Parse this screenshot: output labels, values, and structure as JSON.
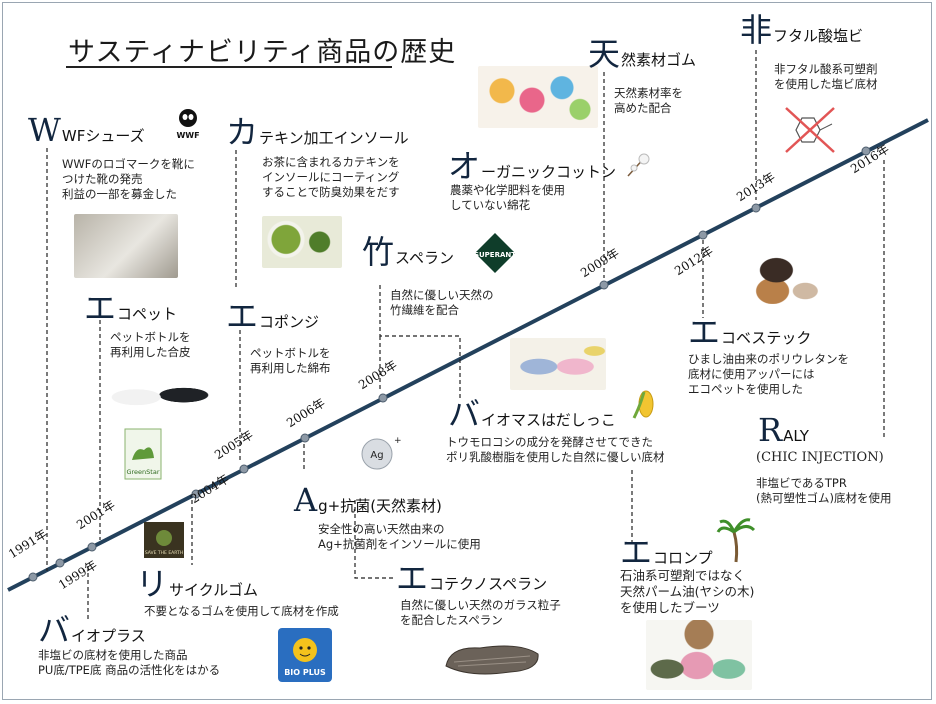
{
  "title": "サスティナビリティ商品の歴史",
  "colors": {
    "timeline": "#23415c",
    "accent": "#12263f"
  },
  "years": [
    {
      "id": "y1991",
      "label": "1991年"
    },
    {
      "id": "y1999",
      "label": "1999年"
    },
    {
      "id": "y2001",
      "label": "2001年"
    },
    {
      "id": "y2004",
      "label": "2004年"
    },
    {
      "id": "y2005",
      "label": "2005年"
    },
    {
      "id": "y2006",
      "label": "2006年"
    },
    {
      "id": "y2008",
      "label": "2008年"
    },
    {
      "id": "y2009",
      "label": "2009年"
    },
    {
      "id": "y2012",
      "label": "2012年"
    },
    {
      "id": "y2013",
      "label": "2013年"
    },
    {
      "id": "y2016",
      "label": "2016年"
    }
  ],
  "items": {
    "wwf": {
      "initial": "W",
      "rest": "WFシューズ",
      "desc": [
        "WWFのロゴマークを靴に",
        "つけた靴の発売",
        "利益の一部を募金した"
      ],
      "logo": "WWF"
    },
    "catechin": {
      "initial": "カ",
      "rest": "テキン加工インソール",
      "desc": [
        "お茶に含まれるカテキンを",
        "インソールにコーティング",
        "することで防臭効果をだす"
      ]
    },
    "bamboo": {
      "initial": "竹",
      "rest": "スペラン",
      "desc": [
        "自然に優しい天然の",
        "竹繊維を配合"
      ],
      "badge": "SUPERANT"
    },
    "organic": {
      "initial": "オ",
      "rest": "ーガニックコットン",
      "desc": [
        "農薬や化学肥料を使用",
        "していない綿花"
      ]
    },
    "rubber": {
      "initial": "天",
      "rest": "然素材ゴム",
      "desc": [
        "天然素材率を",
        "高めた配合"
      ]
    },
    "phthalate": {
      "initial": "非",
      "rest": "フタル酸塩ビ",
      "desc": [
        "非フタル酸系可塑剤",
        "を使用した塩ビ底材"
      ]
    },
    "ecopet": {
      "initial": "エ",
      "rest": "コペット",
      "desc": [
        "ペットボトルを",
        "再利用した合皮"
      ],
      "tag": "GreenStar"
    },
    "ecosponge": {
      "initial": "エ",
      "rest": "コポンジ",
      "desc": [
        "ペットボトルを",
        "再利用した綿布"
      ]
    },
    "biomass": {
      "initial": "バ",
      "rest": "イオマスはだしっこ",
      "desc": [
        "トウモロコシの成分を発酵させてできた",
        "ポリ乳酸樹脂を使用した自然に優しい底材"
      ]
    },
    "ecobestec": {
      "initial": "エ",
      "rest": "コベステック",
      "desc": [
        "ひまし油由来のポリウレタンを",
        "底材に使用アッパーには",
        "エコペットを使用した"
      ]
    },
    "raly": {
      "initial": "R",
      "rest": "ALY",
      "sub": "(CHIC INJECTION)",
      "desc": [
        "非塩ビであるTPR",
        "(熱可塑性ゴム)底材を使用"
      ]
    },
    "ag": {
      "initial": "A",
      "rest": "g+抗菌(天然素材)",
      "desc": [
        "安全性の高い天然由来の",
        "Ag+抗菌剤をインソールに使用"
      ],
      "badge": "Ag"
    },
    "recycle": {
      "initial": "リ",
      "rest": "サイクルゴム",
      "desc": [
        "不要となるゴムを使用して底材を作成"
      ],
      "badge": "SAVE THE EARTH"
    },
    "ecotechno": {
      "initial": "エ",
      "rest": "コテクノスペラン",
      "desc": [
        "自然に優しい天然のガラス粒子",
        "を配合したスペラン"
      ]
    },
    "bioplus": {
      "initial": "バ",
      "rest": "イオプラス",
      "desc": [
        "非塩ビの底材を使用した商品",
        "PU底/TPE底 商品の活性化をはかる"
      ],
      "badge": "BIO PLUS"
    },
    "ecolonp": {
      "initial": "エ",
      "rest": "コロンプ",
      "desc": [
        "石油系可塑剤ではなく",
        "天然パーム油(ヤシの木)",
        "を使用したブーツ"
      ]
    }
  }
}
